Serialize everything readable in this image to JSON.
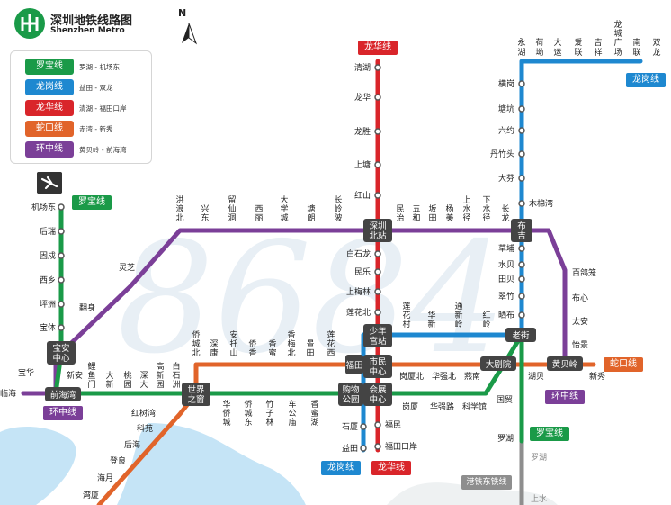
{
  "title": {
    "cn": "深圳地铁线路图",
    "en": "Shenzhen Metro"
  },
  "compass": "N",
  "watermark": "8684",
  "colors": {
    "luobao": "#1a9a48",
    "longgang": "#1e88d0",
    "longhua": "#d9252a",
    "shekou": "#e1642a",
    "huanzhong": "#7b3f98",
    "gangtie": "#8e8e8e",
    "water": "#c5e4f6"
  },
  "legend": [
    {
      "name": "罗宝线",
      "desc": "罗湖 - 机场东",
      "color": "#1a9a48"
    },
    {
      "name": "龙岗线",
      "desc": "益田 - 双龙",
      "color": "#1e88d0"
    },
    {
      "name": "龙华线",
      "desc": "清湖 - 福田口岸",
      "color": "#d9252a"
    },
    {
      "name": "蛇口线",
      "desc": "赤湾 - 新秀",
      "color": "#e1642a"
    },
    {
      "name": "环中线",
      "desc": "黄贝岭 - 前海湾",
      "color": "#7b3f98"
    }
  ],
  "line_tags": [
    {
      "text": "龙华线",
      "color": "#d9252a"
    },
    {
      "text": "龙岗线",
      "color": "#1e88d0"
    },
    {
      "text": "罗宝线",
      "color": "#1a9a48"
    },
    {
      "text": "蛇口线",
      "color": "#e1642a"
    },
    {
      "text": "环中线",
      "color": "#7b3f98"
    },
    {
      "text": "环中线",
      "color": "#7b3f98"
    },
    {
      "text": "罗宝线",
      "color": "#1a9a48"
    },
    {
      "text": "龙岗线",
      "color": "#1e88d0"
    },
    {
      "text": "龙华线",
      "color": "#d9252a"
    },
    {
      "text": "港铁东铁线",
      "color": "#8e8e8e"
    }
  ],
  "interchanges": [
    "深圳北站",
    "少年宫站",
    "市民中心",
    "会展中心",
    "购物公园",
    "福田",
    "布吉",
    "老街",
    "大剧院",
    "黄贝岭",
    "世界之窗",
    "宝安中心",
    "前海湾"
  ],
  "stations": {
    "longhua": [
      "清湖",
      "龙华",
      "龙胜",
      "上塘",
      "红山",
      "白石龙",
      "民乐",
      "上梅林",
      "莲花北",
      "福民",
      "福田口岸"
    ],
    "longgang_north": [
      "永湖",
      "荷坳",
      "大运",
      "爱联",
      "吉祥",
      "龙城广场",
      "南联",
      "双龙"
    ],
    "longgang": [
      "横岗",
      "塘坑",
      "六约",
      "丹竹头",
      "大芬",
      "木棉湾",
      "草埔",
      "水贝",
      "田贝",
      "翠竹",
      "晒布",
      "华新",
      "莲花村",
      "石厦",
      "益田"
    ],
    "huanzhong_top": [
      "洪浪北",
      "兴东",
      "留仙洞",
      "西丽",
      "大学城",
      "塘朗",
      "长岭陂",
      "民治",
      "五和",
      "坂田",
      "杨美",
      "上水径",
      "下水径",
      "长龙"
    ],
    "huanzhong_west": [
      "灵芝",
      "翻身",
      "百鸽笼",
      "布心",
      "太安",
      "怡景",
      "通新岭",
      "红岭"
    ],
    "shekou": [
      "侨城北",
      "深康",
      "安托山",
      "侨香",
      "香蜜",
      "香梅北",
      "景田",
      "莲花西",
      "湖贝",
      "新秀",
      "红树湾",
      "科苑",
      "后海",
      "登良",
      "海月",
      "湾厦"
    ],
    "luobao": [
      "机场东",
      "后瑞",
      "固戍",
      "西乡",
      "坪洲",
      "宝体",
      "宝华",
      "临海",
      "新安",
      "鲤鱼门",
      "大新",
      "桃园",
      "深大",
      "高新园",
      "白石洲",
      "华侨城",
      "侨城东",
      "竹子林",
      "车公庙",
      "香蜜湖",
      "岗厦北",
      "华强北",
      "燕南",
      "岗厦",
      "华强路",
      "科学馆",
      "国贸",
      "罗湖"
    ],
    "mtr": [
      "罗湖",
      "上水"
    ]
  }
}
